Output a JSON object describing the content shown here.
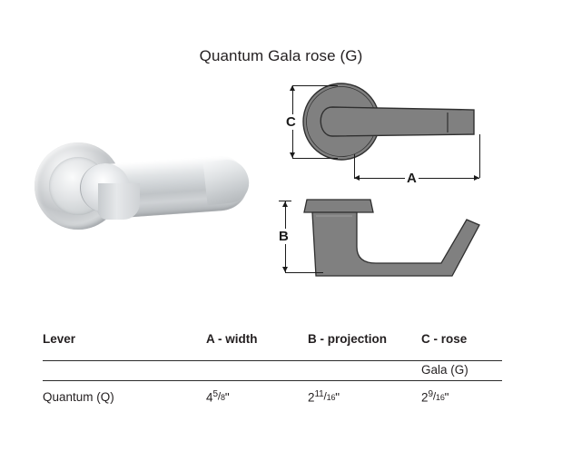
{
  "title": "Quantum Gala rose (G)",
  "photo": {
    "alt_name": "quantum-gala-lever-photo"
  },
  "drawings": {
    "front_view": {
      "name": "front-elevation",
      "dimension_vertical": "C",
      "dimension_horizontal": "A"
    },
    "side_view": {
      "name": "side-elevation",
      "dimension_vertical": "B"
    }
  },
  "table": {
    "headers": [
      "Lever",
      "A - width",
      "B - projection",
      "C - rose"
    ],
    "subheader_row": {
      "lever": "",
      "a": "",
      "b": "",
      "c": "Gala (G)"
    },
    "rows": [
      {
        "lever": "Quantum (Q)",
        "a_whole": "4",
        "a_num": "5",
        "a_den": "8",
        "b_whole": "2",
        "b_num": "11",
        "b_den": "16",
        "c_whole": "2",
        "c_num": "9",
        "c_den": "16",
        "unit": "\""
      }
    ]
  },
  "colors": {
    "text": "#231f20",
    "rule": "#2b2b2b",
    "drawing_fill": "#808080",
    "drawing_stroke": "#2f2f2f"
  }
}
